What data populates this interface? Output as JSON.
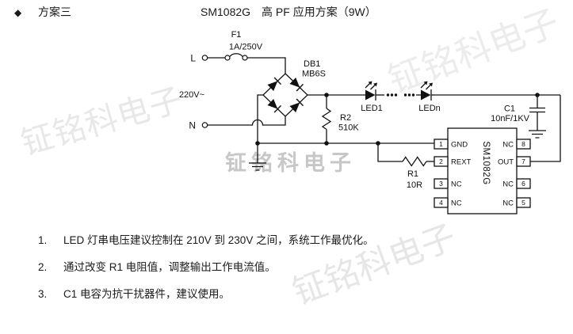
{
  "header": {
    "bullet": "◆",
    "scheme": "方案三",
    "title_model": "SM1082G",
    "title_rest": "高 PF 应用方案（9W）"
  },
  "watermark": {
    "text": "钲铭科电子",
    "color_light": "#e8e8e8",
    "color_mid": "#c7c7c7"
  },
  "circuit": {
    "ac": {
      "live_label": "L",
      "neutral_label": "N",
      "voltage_label": "220V~"
    },
    "fuse": {
      "ref": "F1",
      "value": "1A/250V"
    },
    "bridge": {
      "ref": "DB1",
      "part": "MB6S"
    },
    "r2": {
      "ref": "R2",
      "value": "510K"
    },
    "r1": {
      "ref": "R1",
      "value": "10R"
    },
    "c1": {
      "ref": "C1",
      "value": "10nF/1KV"
    },
    "led": {
      "first": "LED1",
      "last": "LEDn"
    },
    "ic": {
      "part": "SM1082G",
      "left_pins": [
        {
          "num": "1",
          "name": "GND"
        },
        {
          "num": "2",
          "name": "REXT"
        },
        {
          "num": "3",
          "name": "NC"
        },
        {
          "num": "4",
          "name": "NC"
        }
      ],
      "right_pins": [
        {
          "num": "8",
          "name": "NC"
        },
        {
          "num": "7",
          "name": "OUT"
        },
        {
          "num": "6",
          "name": "NC"
        },
        {
          "num": "5",
          "name": "NC"
        }
      ]
    }
  },
  "notes": [
    {
      "num": "1.",
      "text": "LED 灯串电压建议控制在 210V 到 230V 之间，系统工作最优化。"
    },
    {
      "num": "2.",
      "text": "通过改变 R1 电阻值，调整输出工作电流值。"
    },
    {
      "num": "3.",
      "text": "C1 电容为抗干扰器件，建议使用。"
    }
  ]
}
